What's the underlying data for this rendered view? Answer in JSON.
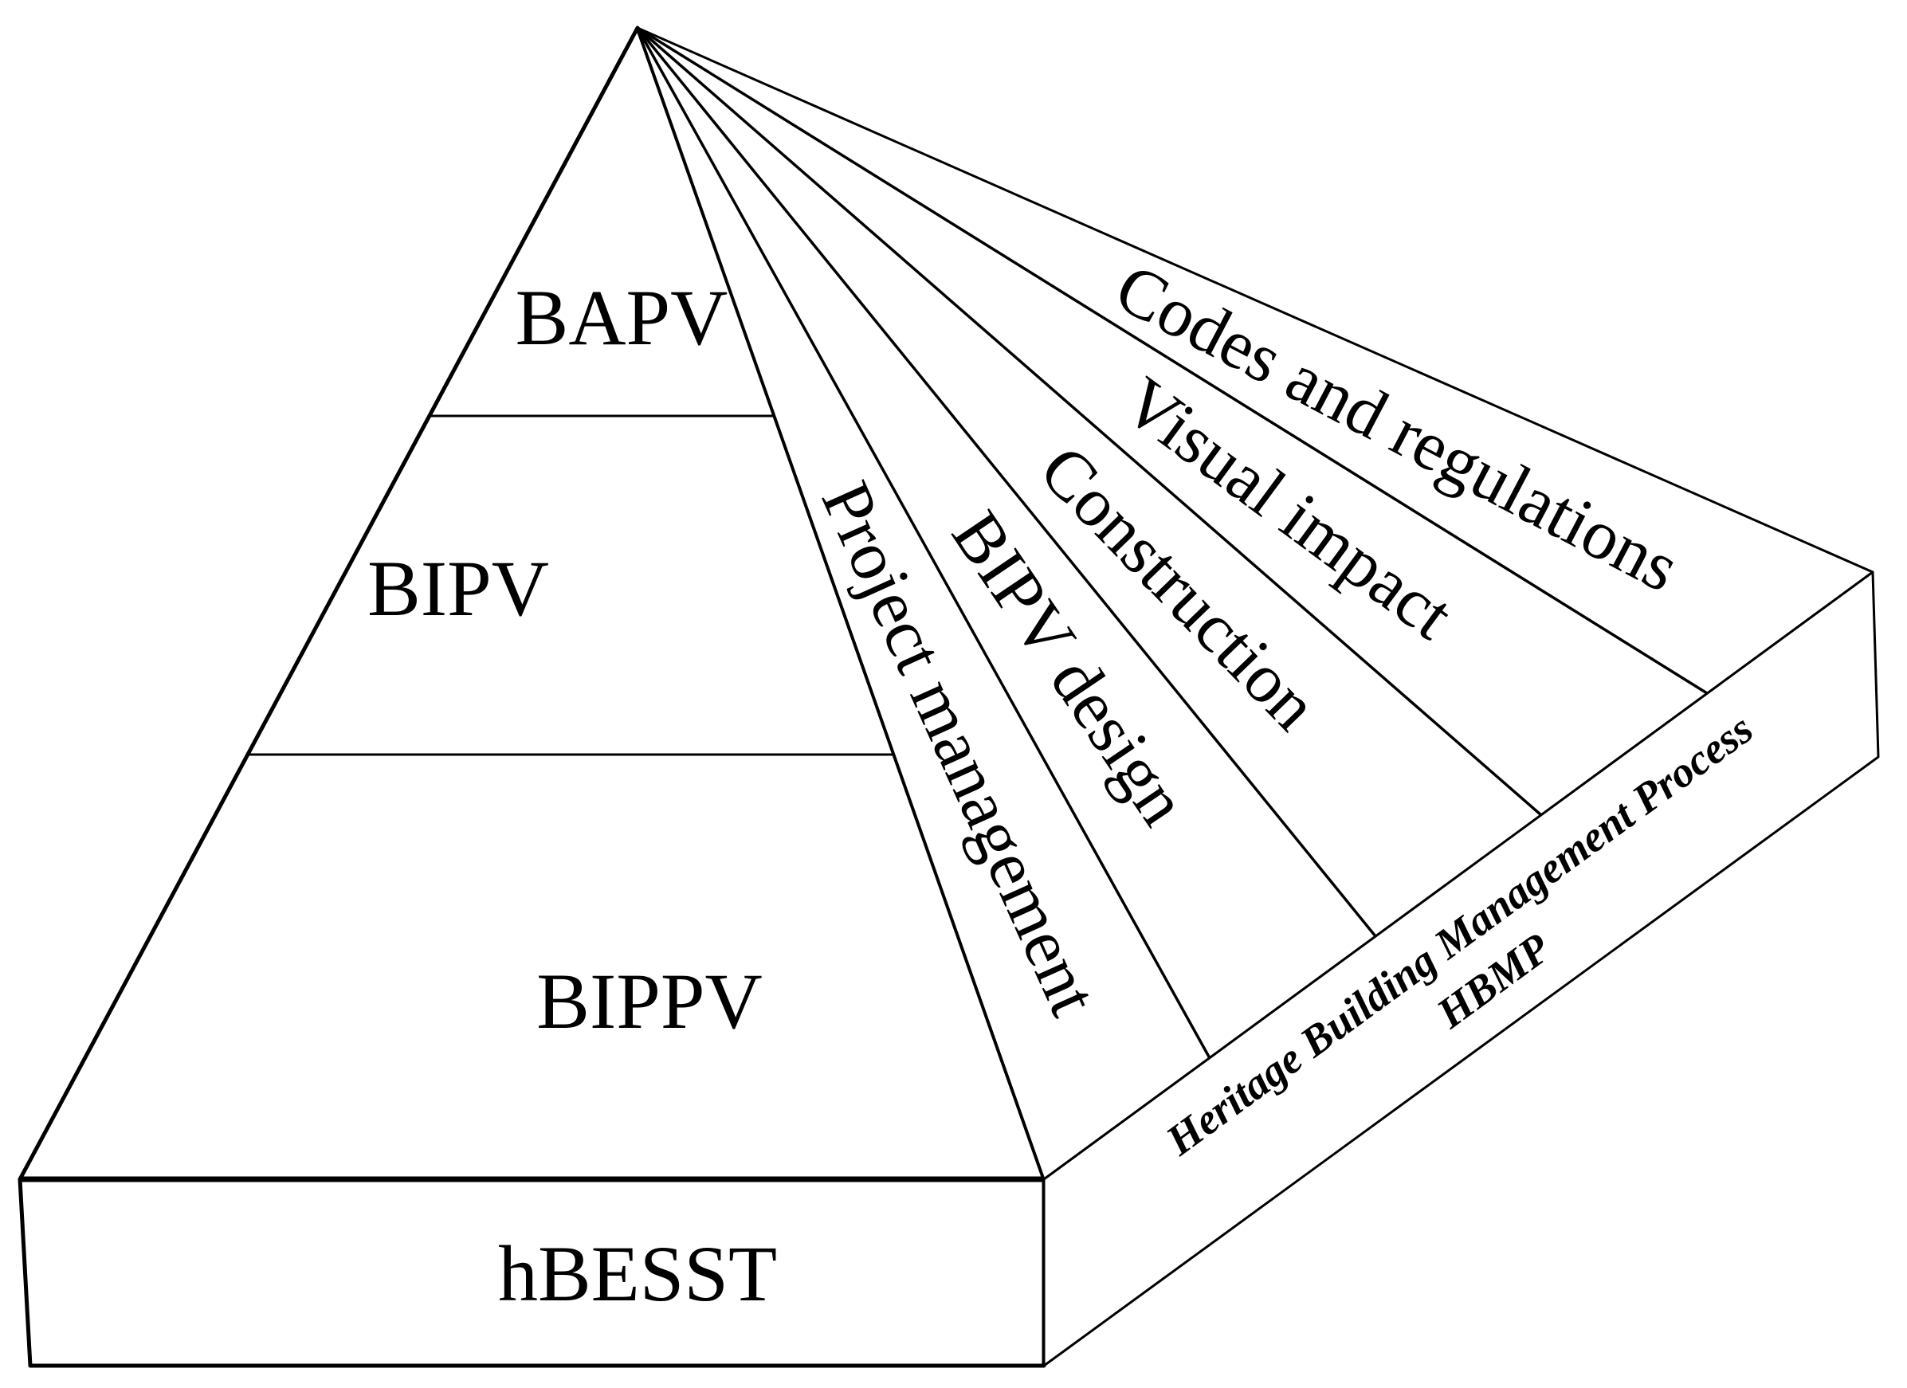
{
  "diagram": {
    "type": "pyramid-3d",
    "colors": {
      "background": "#ffffff",
      "line": "#000000",
      "text": "#000000"
    },
    "pyramid_layers": [
      {
        "label": "BAPV"
      },
      {
        "label": "BIPV"
      },
      {
        "label": "BIPPV"
      },
      {
        "label": "hBESST"
      }
    ],
    "side_sectors": [
      {
        "label": "Project management"
      },
      {
        "label": "BIPV design"
      },
      {
        "label": "Construction"
      },
      {
        "label": "Visual impact"
      },
      {
        "label": "Codes and regulations"
      }
    ],
    "edge_band": {
      "line1": "Heritage Building Management Process",
      "line2": "HBMP"
    }
  }
}
